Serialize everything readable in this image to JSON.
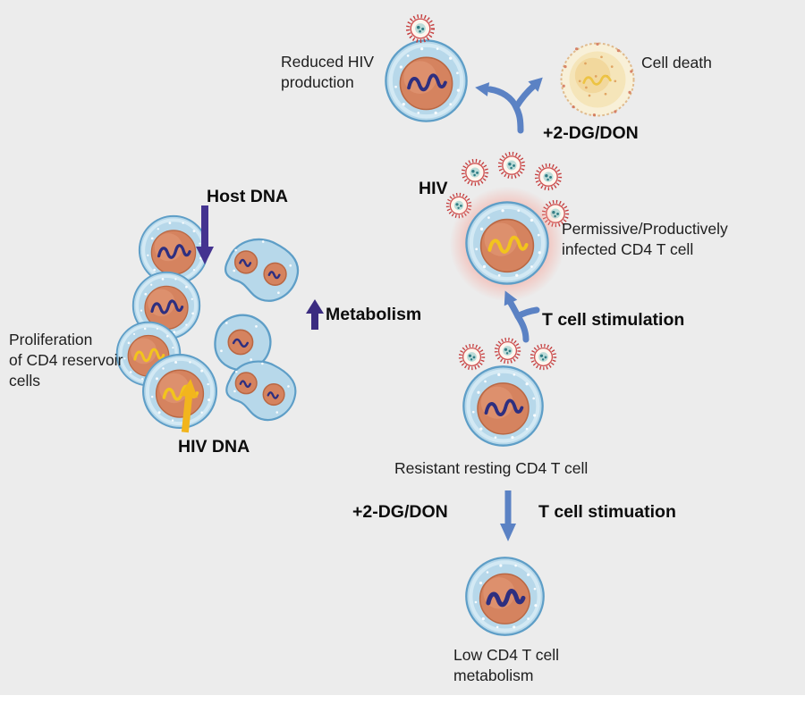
{
  "figure": {
    "labels": {
      "reduced_hiv_production": [
        "Reduced HIV",
        "production"
      ],
      "cell_death": "Cell death",
      "dg_don_top": "+2-DG/DON",
      "hiv": "HIV",
      "permissive_infected": [
        "Permissive/Productively",
        "infected CD4 T cell"
      ],
      "t_cell_stimulation": "T cell stimulation",
      "metabolism": "Metabolism",
      "host_dna": "Host DNA",
      "proliferation": [
        "Proliferation",
        "of CD4 reservoir",
        "cells"
      ],
      "hiv_dna": "HIV DNA",
      "resistant_resting": "Resistant resting CD4 T cell",
      "dg_don_bottom": "+2-DG/DON",
      "t_cell_stimulation_bottom": "T cell stimuation",
      "low_metabolism": [
        "Low CD4 T cell",
        "metabolism"
      ]
    },
    "colors": {
      "background": "#ececec",
      "cell_membrane": "#b7d8ea",
      "cell_outline": "#5e9ec7",
      "nucleus": "#d5835f",
      "nucleus_outline": "#b96743",
      "host_dna_squiggle": "#2e2f80",
      "hiv_dna_squiggle": "#f2c41d",
      "virus_spikes": "#c43a3a",
      "virus_core": "#2f7d85",
      "dying_body": "#f8f0d8",
      "fork_arrow": "#5b82c4",
      "host_dna_arrow": "#443390",
      "metabolism_arrow": "#3b2c80",
      "hiv_dna_arrow": "#f2b51d",
      "stimulation_arrow": "#5b82c4"
    }
  }
}
